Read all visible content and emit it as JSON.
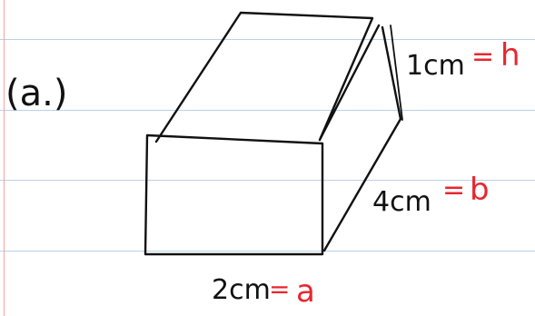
{
  "notebook": {
    "rule_color": "#b9d2e8",
    "margin_color": "#f0a5a5",
    "ink_color": "#111111",
    "accent_ink_color": "#e8262e"
  },
  "problem": {
    "label": "(a.)"
  },
  "figure": {
    "shape": "rectangular prism",
    "labels": {
      "height_measure": "1cm",
      "height_var": "h",
      "depth_measure": "4cm",
      "depth_var": "b",
      "width_measure": "2cm",
      "width_var": "a",
      "equals": "="
    }
  }
}
